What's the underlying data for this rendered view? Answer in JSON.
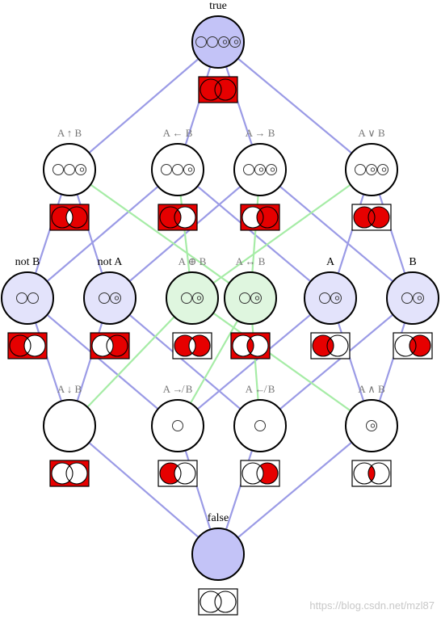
{
  "palette": {
    "edge_blue": "#9b9be6",
    "edge_green": "#a6eca6",
    "node_blue": "#c3c3f7",
    "node_light": "#e3e3fb",
    "node_green": "#dff6df",
    "node_white": "#ffffff",
    "venn_red": "#e60000",
    "stroke": "#000000"
  },
  "watermark": "https://blog.csdn.net/mzl87",
  "nodes": [
    {
      "id": "true",
      "label": "true",
      "label_op": false,
      "fill": "node_blue",
      "dots": [
        "o",
        "o",
        "oo",
        "oo"
      ],
      "venn": {
        "A": true,
        "B": true,
        "AB": true,
        "out": true
      }
    },
    {
      "id": "nand",
      "label": "A ↑ B",
      "label_op": true,
      "fill": "node_white",
      "dots": [
        "o",
        "o",
        "oo"
      ],
      "venn": {
        "A": true,
        "B": true,
        "AB": false,
        "out": true
      }
    },
    {
      "id": "revimp",
      "label": "A ← B",
      "label_op": true,
      "fill": "node_white",
      "dots": [
        "o",
        "o",
        "oo"
      ],
      "venn": {
        "A": true,
        "B": false,
        "AB": true,
        "out": true
      }
    },
    {
      "id": "imp",
      "label": "A → B",
      "label_op": true,
      "fill": "node_white",
      "dots": [
        "o",
        "oo",
        "oo"
      ],
      "venn": {
        "A": false,
        "B": true,
        "AB": true,
        "out": true
      }
    },
    {
      "id": "or",
      "label": "A ∨ B",
      "label_op": true,
      "fill": "node_white",
      "dots": [
        "o",
        "oo",
        "oo"
      ],
      "venn": {
        "A": true,
        "B": true,
        "AB": true,
        "out": false
      }
    },
    {
      "id": "notb",
      "label": "not B",
      "label_op": false,
      "fill": "node_light",
      "dots": [
        "o",
        "o"
      ],
      "venn": {
        "A": true,
        "B": false,
        "AB": false,
        "out": true
      }
    },
    {
      "id": "nota",
      "label": "not A",
      "label_op": false,
      "fill": "node_light",
      "dots": [
        "o",
        "oo"
      ],
      "venn": {
        "A": false,
        "B": true,
        "AB": false,
        "out": true
      }
    },
    {
      "id": "xor",
      "label": "A ⊕ B",
      "label_op": true,
      "fill": "node_green",
      "dots": [
        "o",
        "oo"
      ],
      "venn": {
        "A": true,
        "B": true,
        "AB": false,
        "out": false
      }
    },
    {
      "id": "xnor",
      "label": "A ↔ B",
      "label_op": true,
      "fill": "node_green",
      "dots": [
        "o",
        "oo"
      ],
      "venn": {
        "A": false,
        "B": false,
        "AB": true,
        "out": true
      }
    },
    {
      "id": "a",
      "label": "A",
      "label_op": false,
      "fill": "node_light",
      "dots": [
        "o",
        "oo"
      ],
      "venn": {
        "A": true,
        "B": false,
        "AB": true,
        "out": false
      }
    },
    {
      "id": "b",
      "label": "B",
      "label_op": false,
      "fill": "node_light",
      "dots": [
        "o",
        "oo"
      ],
      "venn": {
        "A": false,
        "B": true,
        "AB": true,
        "out": false
      }
    },
    {
      "id": "nor",
      "label": "A ↓ B",
      "label_op": true,
      "fill": "node_white",
      "dots": [],
      "venn": {
        "A": false,
        "B": false,
        "AB": false,
        "out": true
      }
    },
    {
      "id": "nimp",
      "label": "A ↛ B",
      "label_op": true,
      "fill": "node_white",
      "dots": [
        "o"
      ],
      "venn": {
        "A": true,
        "B": false,
        "AB": false,
        "out": false
      }
    },
    {
      "id": "nrevimp",
      "label": "A ↚ B",
      "label_op": true,
      "fill": "node_white",
      "dots": [
        "o"
      ],
      "venn": {
        "A": false,
        "B": true,
        "AB": false,
        "out": false
      }
    },
    {
      "id": "and",
      "label": "A ∧ B",
      "label_op": true,
      "fill": "node_white",
      "dots": [
        "oo"
      ],
      "venn": {
        "A": false,
        "B": false,
        "AB": true,
        "out": false
      }
    },
    {
      "id": "false",
      "label": "false",
      "label_op": false,
      "fill": "node_blue",
      "dots": [],
      "venn": {
        "A": false,
        "B": false,
        "AB": false,
        "out": false
      }
    }
  ],
  "edges_blue": [
    [
      "true",
      "nand"
    ],
    [
      "true",
      "revimp"
    ],
    [
      "true",
      "imp"
    ],
    [
      "true",
      "or"
    ],
    [
      "nand",
      "notb"
    ],
    [
      "nand",
      "nota"
    ],
    [
      "revimp",
      "notb"
    ],
    [
      "revimp",
      "a"
    ],
    [
      "imp",
      "nota"
    ],
    [
      "imp",
      "b"
    ],
    [
      "or",
      "a"
    ],
    [
      "or",
      "b"
    ],
    [
      "notb",
      "nor"
    ],
    [
      "notb",
      "nimp"
    ],
    [
      "nota",
      "nor"
    ],
    [
      "nota",
      "nrevimp"
    ],
    [
      "a",
      "nimp"
    ],
    [
      "a",
      "and"
    ],
    [
      "b",
      "nrevimp"
    ],
    [
      "b",
      "and"
    ],
    [
      "nor",
      "false"
    ],
    [
      "nimp",
      "false"
    ],
    [
      "nrevimp",
      "false"
    ],
    [
      "and",
      "false"
    ]
  ],
  "edges_green": [
    [
      "nand",
      "xnor"
    ],
    [
      "revimp",
      "xor"
    ],
    [
      "imp",
      "xnor"
    ],
    [
      "or",
      "xor"
    ],
    [
      "xor",
      "nor"
    ],
    [
      "xor",
      "and"
    ],
    [
      "xnor",
      "nimp"
    ],
    [
      "xnor",
      "nrevimp"
    ]
  ]
}
